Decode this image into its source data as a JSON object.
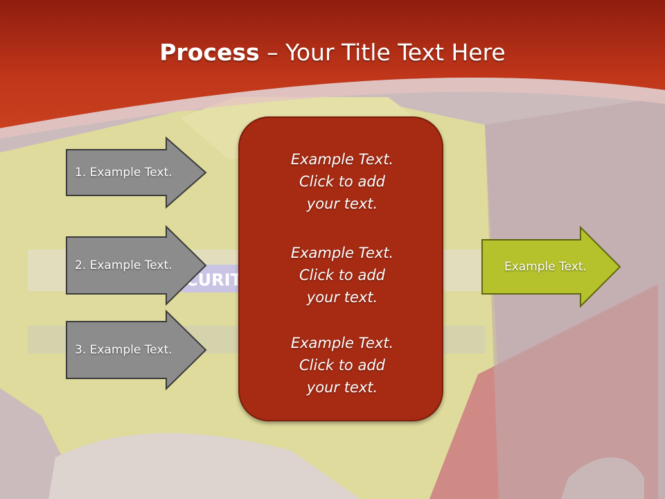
{
  "slide": {
    "title_bold": "Process",
    "title_rest": " – Your Title Text Here",
    "left_arrows": [
      {
        "label": "1. Example Text."
      },
      {
        "label": "2. Example Text."
      },
      {
        "label": "3. Example Text."
      }
    ],
    "center_blocks": [
      {
        "line1": "Example Text.",
        "line2": "Click  to add",
        "line3": "your text."
      },
      {
        "line1": "Example Text.",
        "line2": "Click  to add",
        "line3": "your text."
      },
      {
        "line1": "Example Text.",
        "line2": "Click  to add",
        "line3": "your text."
      }
    ],
    "result_arrow": {
      "label": "Example Text."
    },
    "background_watermark": "CURIT"
  },
  "colors": {
    "header_red": "#c0361a",
    "center_box": "#a72a12",
    "gray_arrow": "#8c8c8c",
    "result_arrow": "#b5c22b"
  }
}
